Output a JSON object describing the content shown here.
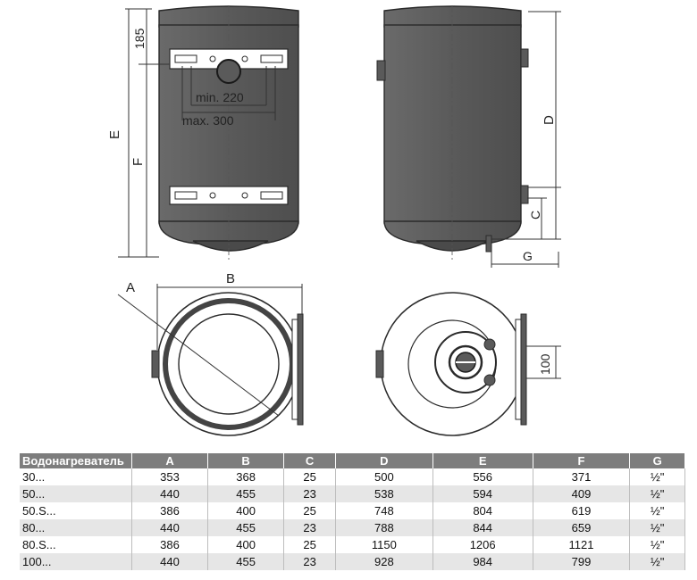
{
  "drawing": {
    "front_labels": {
      "dim_top": "185",
      "dim_e": "E",
      "dim_f": "F",
      "min": "min. 220",
      "max": "max. 300"
    },
    "side_labels": {
      "dim_d": "D",
      "dim_c": "C",
      "dim_g": "G"
    },
    "bottom_labels": {
      "dim_a": "A",
      "dim_b": "B",
      "dim_100": "100"
    }
  },
  "table": {
    "headers": [
      "Водонагреватель",
      "A",
      "B",
      "C",
      "D",
      "E",
      "F",
      "G"
    ],
    "rows": [
      [
        "30...",
        "353",
        "368",
        "25",
        "500",
        "556",
        "371",
        "½\""
      ],
      [
        "50...",
        "440",
        "455",
        "23",
        "538",
        "594",
        "409",
        "½\""
      ],
      [
        "50.S...",
        "386",
        "400",
        "25",
        "748",
        "804",
        "619",
        "½\""
      ],
      [
        "80...",
        "440",
        "455",
        "23",
        "788",
        "844",
        "659",
        "½\""
      ],
      [
        "80.S...",
        "386",
        "400",
        "25",
        "1150",
        "1206",
        "1121",
        "½\""
      ],
      [
        "100...",
        "440",
        "455",
        "23",
        "928",
        "984",
        "799",
        "½\""
      ]
    ]
  },
  "colors": {
    "header_bg": "#7d7d7d",
    "stripe_bg": "#e6e6e6",
    "body_fill": "#5a5a5a"
  }
}
